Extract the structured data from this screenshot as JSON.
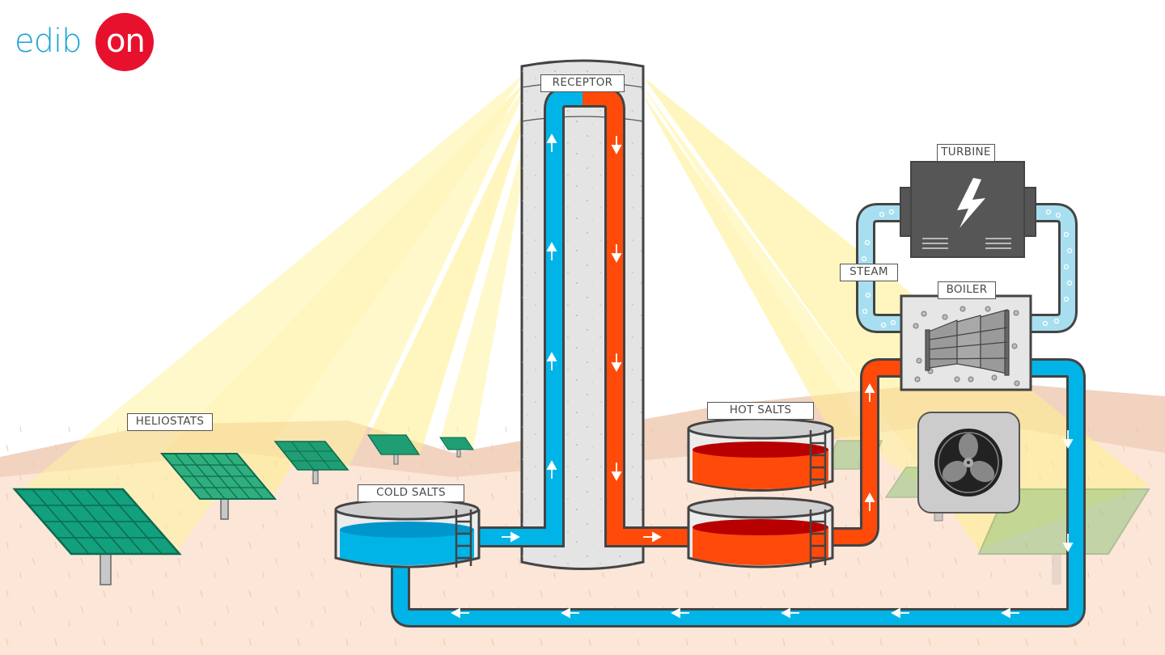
{
  "brand": {
    "name_part_1": "edib",
    "name_part_2": "on",
    "primary_color": "#1aa3d6",
    "accent_color": "#e8112d"
  },
  "labels": {
    "receptor": "RECEPTOR",
    "turbine": "TURBINE",
    "steam": "STEAM",
    "boiler": "BOILER",
    "hot_salts": "HOT SALTS",
    "cold_salts": "COLD SALTS",
    "heliostats": "HELIOSTATS"
  },
  "colors": {
    "cold_salt": "#00b4e8",
    "hot_salt": "#ff4a0a",
    "hot_salt_dark": "#b80000",
    "steam": "#a8dff0",
    "outline": "#444444",
    "tower": "#e4e4e4",
    "ground": "#fbe6d8",
    "hill": "#f0cdb8",
    "light_beam": "#fff29a",
    "heliostat": "#1f9e73",
    "turbine_body": "#555555",
    "boiler_body": "#e6e6e6",
    "fan_unit": "#cccccc"
  },
  "flow": {
    "cold_loop_direction": "boiler → cold salts → tower up → receptor",
    "hot_loop_direction": "receptor → tower down → hot salts → boiler"
  }
}
